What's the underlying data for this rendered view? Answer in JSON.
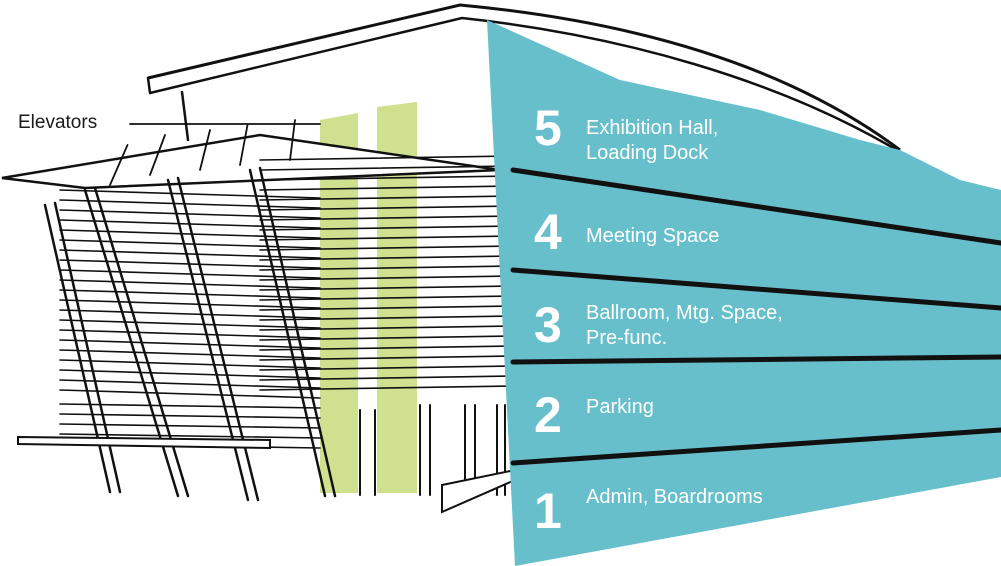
{
  "callout": {
    "label": "Elevators"
  },
  "colors": {
    "panel": "#66bfcb",
    "elevator": "#cfe08e",
    "line": "#111111"
  },
  "floors": [
    {
      "number": "5",
      "label": "Exhibition Hall,\nLoading Dock"
    },
    {
      "number": "4",
      "label": "Meeting Space"
    },
    {
      "number": "3",
      "label": "Ballroom, Mtg. Space,\nPre-func."
    },
    {
      "number": "2",
      "label": "Parking"
    },
    {
      "number": "1",
      "label": "Admin, Boardrooms"
    }
  ]
}
